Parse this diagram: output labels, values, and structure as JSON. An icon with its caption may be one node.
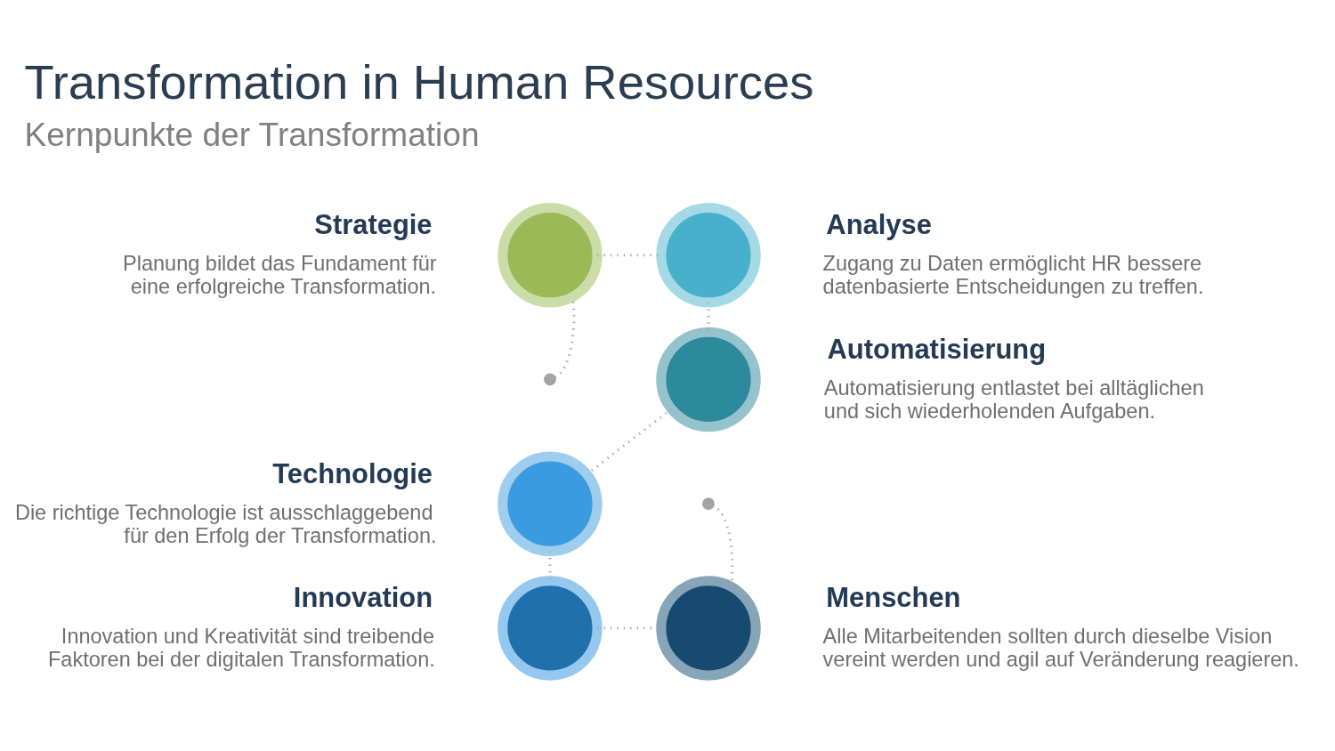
{
  "diagram": {
    "title": "Transformation in Human Resources",
    "caption": "Kernpunkte der Transformation",
    "nodes": [
      {
        "text": [],
        "shape": "circle",
        "beside": [
          "Strategie",
          "Planung bildet das Fundament für eine erfolgreiche Transformation."
        ]
      },
      {
        "text": [],
        "shape": "circle",
        "beside": [
          "Analyse",
          "Zugang zu Daten ermöglicht HR bessere datenbasierte Entscheidungen zu treffen."
        ]
      },
      {
        "text": [],
        "shape": "circle",
        "beside": [
          "Automatisierung",
          "Automatisierung entlastet bei alltäglichen und sich wiederholenden Aufgaben."
        ]
      },
      {
        "text": [],
        "shape": "circle",
        "beside": [
          "Technologie",
          "Die richtige Technologie ist ausschlaggebend für den Erfolg der Transformation."
        ]
      },
      {
        "text": [],
        "shape": "circle",
        "beside": [
          "Innovation",
          "Innovation und Kreativität sind treibende Faktoren bei der digitalen Transformation."
        ]
      },
      {
        "text": [],
        "shape": "circle",
        "beside": [
          "Menschen",
          "Alle Mitarbeitenden sollten durch dieselbe Vision vereint werden und agil auf Veränderung reagieren."
        ]
      }
    ],
    "edges": [
      {
        "from": null,
        "to": 0,
        "arrow": "other",
        "style": "dashed"
      },
      {
        "from": 0,
        "to": 1,
        "arrow": "none",
        "style": "dashed"
      },
      {
        "from": 1,
        "to": 2,
        "arrow": "none",
        "style": "dashed"
      },
      {
        "from": 2,
        "to": 3,
        "arrow": "none",
        "style": "dashed"
      },
      {
        "from": 3,
        "to": 4,
        "arrow": "none",
        "style": "dashed"
      },
      {
        "from": 4,
        "to": 5,
        "arrow": "none",
        "style": "dashed"
      },
      {
        "from": 5,
        "to": null,
        "arrow": "other",
        "style": "dashed"
      }
    ]
  }
}
